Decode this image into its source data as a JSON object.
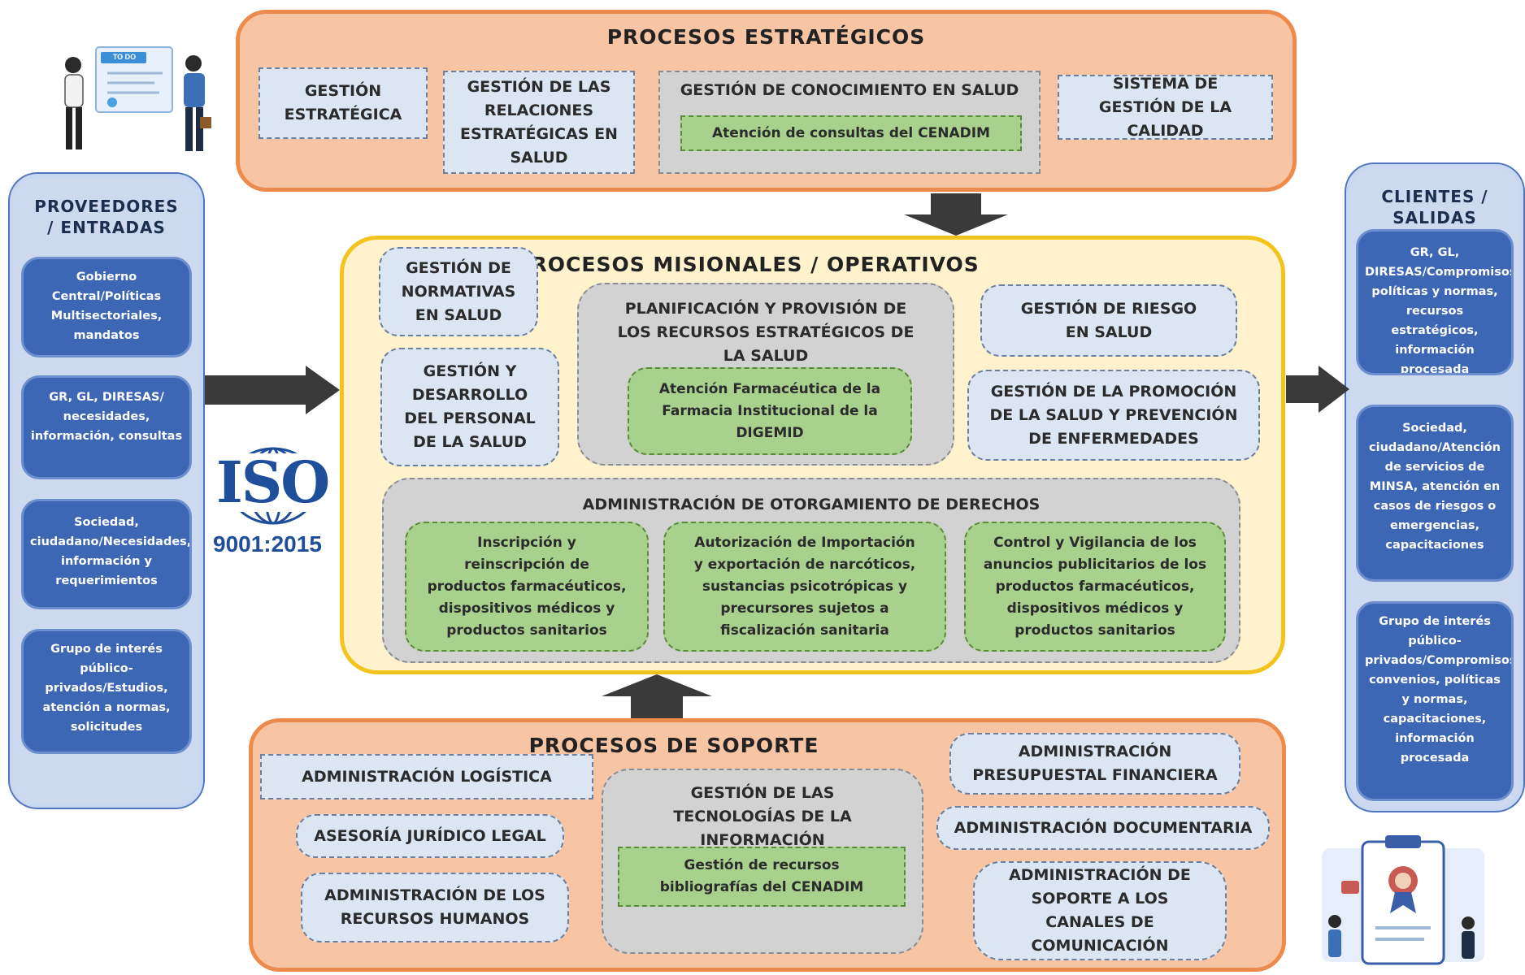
{
  "strategic": {
    "title": "PROCESOS ESTRATÉGICOS",
    "box1": "GESTIÓN ESTRATÉGICA",
    "box2": "GESTIÓN DE LAS RELACIONES ESTRATÉGICAS EN SALUD",
    "box3_title": "GESTIÓN DE CONOCIMIENTO EN SALUD",
    "box3_sub": "Atención de consultas del CENADIM",
    "box4": "SISTEMA DE GESTIÓN DE LA CALIDAD"
  },
  "missional": {
    "title": "PROCESOS MISIONALES / OPERATIVOS",
    "normativas": "GESTIÓN DE NORMATIVAS EN SALUD",
    "personal": "GESTIÓN Y DESARROLLO DEL PERSONAL DE LA SALUD",
    "planificacion_title": "PLANIFICACIÓN Y PROVISIÓN DE LOS RECURSOS ESTRATÉGICOS DE LA SALUD",
    "planificacion_sub": "Atención Farmacéutica de la Farmacia Institucional de la DIGEMID",
    "riesgo": "GESTIÓN DE RIESGO EN SALUD",
    "promocion": "GESTIÓN DE LA PROMOCIÓN DE LA SALUD Y PREVENCIÓN DE ENFERMEDADES",
    "derechos_title": "ADMINISTRACIÓN DE OTORGAMIENTO DE DERECHOS",
    "derechos_items": [
      "Inscripción y reinscripción de productos farmacéuticos, dispositivos médicos y productos sanitarios",
      "Autorización de Importación y exportación de narcóticos, sustancias psicotrópicas y precursores sujetos a fiscalización sanitaria",
      "Control y Vigilancia de los anuncios publicitarios de los productos farmacéuticos, dispositivos médicos y productos sanitarios"
    ]
  },
  "support": {
    "title": "PROCESOS DE SOPORTE",
    "logistica": "ADMINISTRACIÓN LOGÍSTICA",
    "juridico": "ASESORÍA JURÍDICO LEGAL",
    "rrhh": "ADMINISTRACIÓN DE LOS RECURSOS HUMANOS",
    "tic_title": "GESTIÓN DE LAS TECNOLOGÍAS DE LA INFORMACIÓN",
    "tic_sub": "Gestión de recursos bibliografías del CENADIM",
    "presupuestal": "ADMINISTRACIÓN PRESUPUESTAL FINANCIERA",
    "documentaria": "ADMINISTRACIÓN DOCUMENTARIA",
    "canales": "ADMINISTRACIÓN DE SOPORTE A LOS CANALES DE COMUNICACIÓN"
  },
  "providers": {
    "title": "PROVEEDORES / ENTRADAS",
    "items": [
      "Gobierno Central/Políticas Multisectoriales, mandatos",
      "GR, GL, DIRESAS/ necesidades, información, consultas",
      "Sociedad, ciudadano/Necesidades, información y requerimientos",
      "Grupo de interés público-privados/Estudios, atención a normas, solicitudes"
    ]
  },
  "clients": {
    "title": "CLIENTES / SALIDAS",
    "items": [
      "GR, GL, DIRESAS/Compromisos, políticas y normas, recursos estratégicos, información procesada",
      "Sociedad, ciudadano/Atención de servicios de MINSA, atención en casos de riesgos o emergencias, capacitaciones",
      "Grupo de interés público-privados/Compromisos, convenios, políticas y normas, capacitaciones, información procesada"
    ]
  },
  "iso": {
    "mark": "ISO",
    "standard": "9001:2015",
    "color": "#1f4e9a"
  },
  "illustration": {
    "screen_label": "TO DO"
  },
  "colors": {
    "orange_fill": "#f7c4a4",
    "orange_border": "#ee8b4c",
    "yellow_fill": "#fff2cc",
    "yellow_border": "#f3c41c",
    "blue_panel": "#4472c4",
    "green_box": "#a9d18e",
    "lightblue_box": "#dce6f3",
    "gray_box": "#d2d2d2",
    "arrow": "#3a3a3a"
  }
}
